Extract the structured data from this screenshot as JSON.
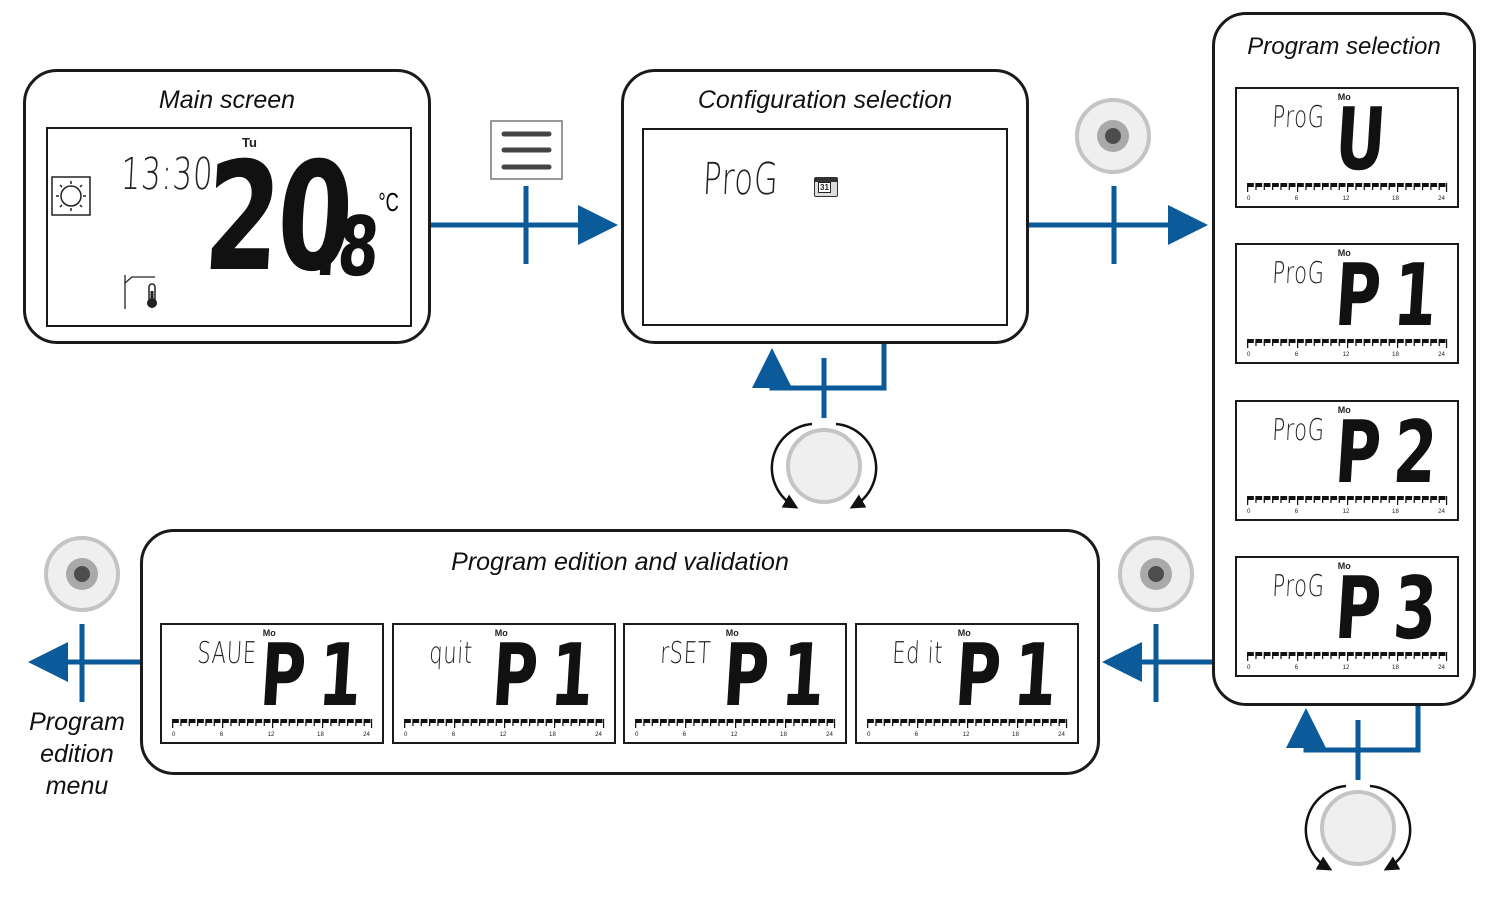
{
  "colors": {
    "accent": "#0b5a9a",
    "outline": "#1a1a1a",
    "button_gray": "#d9d9d9"
  },
  "main_screen": {
    "title": "Main screen",
    "day": "Tu",
    "time": "13:30",
    "temperature_int": "20",
    "temperature_dec": ".8",
    "unit": "°C",
    "mode_icon": "sun-icon",
    "status_icon": "thermometer-icon"
  },
  "menu_button": {
    "icon": "menu-icon"
  },
  "config_selection": {
    "title": "Configuration selection",
    "text": "ProG",
    "icon": "calendar-icon",
    "calendar_day": "31"
  },
  "program_selection": {
    "title": "Program selection",
    "screens": [
      {
        "label": "ProG",
        "day": "Mo",
        "value": "U"
      },
      {
        "label": "ProG",
        "day": "Mo",
        "value": "P1"
      },
      {
        "label": "ProG",
        "day": "Mo",
        "value": "P2"
      },
      {
        "label": "ProG",
        "day": "Mo",
        "value": "P3"
      }
    ]
  },
  "program_edition": {
    "title": "Program edition and validation",
    "screens": [
      {
        "label": "SAUE",
        "day": "Mo",
        "value": "P1"
      },
      {
        "label": "quit",
        "day": "Mo",
        "value": "P1"
      },
      {
        "label": "rSET",
        "day": "Mo",
        "value": "P1"
      },
      {
        "label": "Ed it",
        "day": "Mo",
        "value": "P1"
      }
    ]
  },
  "timeline": {
    "ticks": [
      "0",
      "6",
      "12",
      "18",
      "24"
    ]
  },
  "exit_label": {
    "line1": "Program",
    "line2": "edition",
    "line3": "menu"
  }
}
